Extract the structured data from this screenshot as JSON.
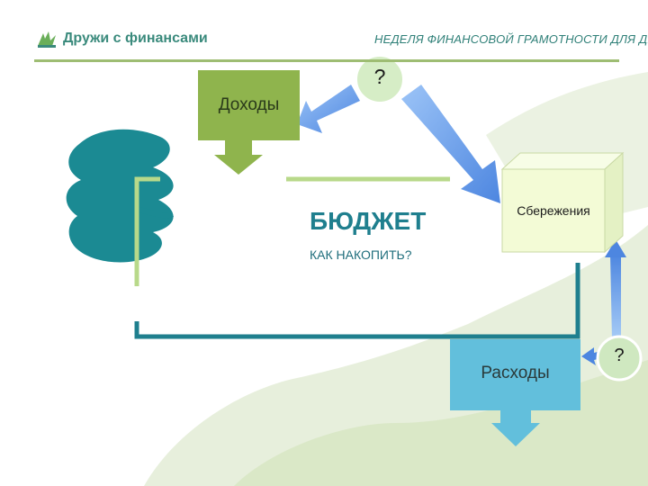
{
  "header": {
    "brand_name": "Дружи с финансами",
    "event_title": "НЕДЕЛЯ ФИНАНСОВОЙ ГРАМОТНОСТИ ДЛЯ ДЕТЕЙ И МОЛОДЕЖИ"
  },
  "diagram": {
    "income_label": "Доходы",
    "budget_title": "БЮДЖЕТ",
    "budget_subtitle": "КАК НАКОПИТЬ?",
    "savings_label": "Сбережения",
    "expenses_label": "Расходы",
    "question_top": "?",
    "question_right": "?"
  },
  "colors": {
    "income_box": "#8fb44d",
    "expenses_box": "#62bfdc",
    "savings_box": "#f3fbd6",
    "budget_frame_teal": "#1f7f8e",
    "budget_frame_green": "#b8d98a",
    "arrow_blue": "#5b93e6",
    "brush_teal": "#1b8a93"
  },
  "icons": {
    "logo": "leaf-logo-icon"
  }
}
